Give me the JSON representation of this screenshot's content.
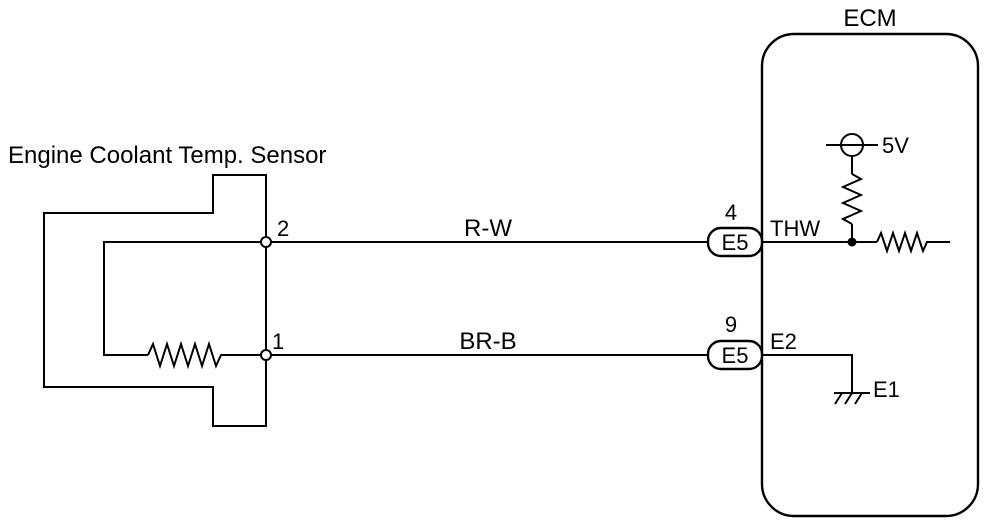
{
  "ecm_label": "ECM",
  "sensor_label": "Engine Coolant Temp. Sensor",
  "sensor_pins": [
    "2",
    "1"
  ],
  "wires": [
    "R-W",
    "BR-B"
  ],
  "connector": {
    "name": "E5",
    "pins": [
      "4",
      "9"
    ]
  },
  "ecm_terminals": [
    "THW",
    "E2"
  ],
  "ground_label": "E1",
  "supply_label": "5V"
}
